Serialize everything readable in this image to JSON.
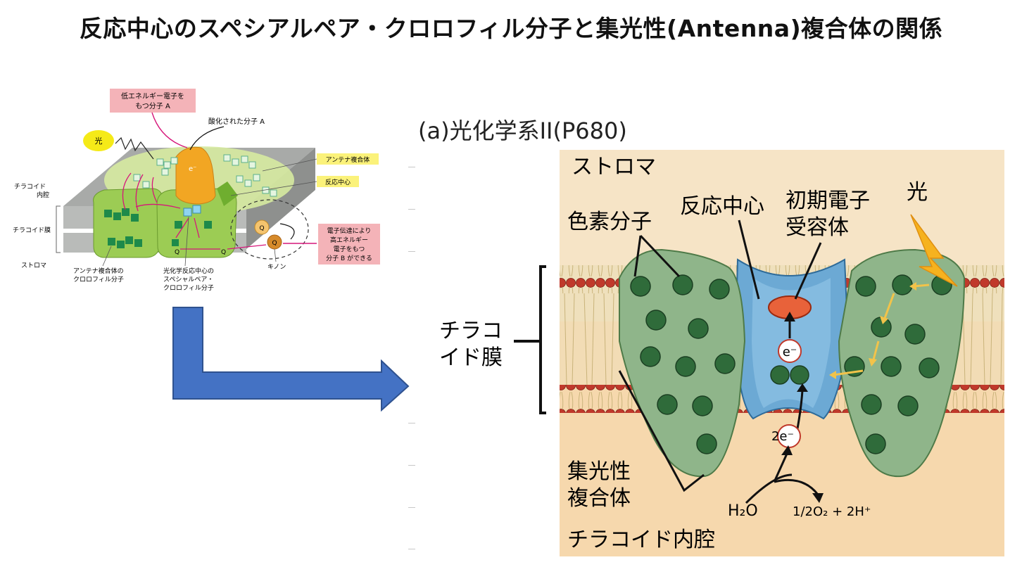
{
  "title": "反応中心のスペシアルペア・クロロフィル分子と集光性(Antenna)複合体の関係",
  "left": {
    "light": "光",
    "low_energy_box": [
      "低エネルギー電子を",
      "もつ分子 A"
    ],
    "oxidized": "酸化された分子 A",
    "electron": "e⁻",
    "antenna_complex": "アンテナ複合体",
    "reaction_center": "反応中心",
    "lumen": [
      "チラコイド",
      "内腔"
    ],
    "membrane": "チラコイド膜",
    "stroma": "ストロマ",
    "q": "Q",
    "high_energy_box": [
      "電子伝達により",
      "高エネルギー",
      "電子をもつ",
      "分子 B ができる"
    ],
    "antenna_chl": [
      "アンテナ複合体の",
      "クロロフィル分子"
    ],
    "special_pair": [
      "光化学反応中心の",
      "スペシャルペア・",
      "クロロフィル分子"
    ],
    "quinone": "キノン"
  },
  "right": {
    "header": "(a)光化学系II(P680)",
    "stroma": "ストロマ",
    "pigment": "色素分子",
    "reaction_center": "反応中心",
    "acceptor": [
      "初期電子",
      "受容体"
    ],
    "light": "光",
    "membrane": [
      "チラコ",
      "イド膜"
    ],
    "electron": "e⁻",
    "two_electron": "2e⁻",
    "lhc": [
      "集光性",
      "複合体"
    ],
    "water": "H₂O",
    "products": "1/2O₂ + 2H⁺",
    "lumen": "チラコイド内腔"
  }
}
